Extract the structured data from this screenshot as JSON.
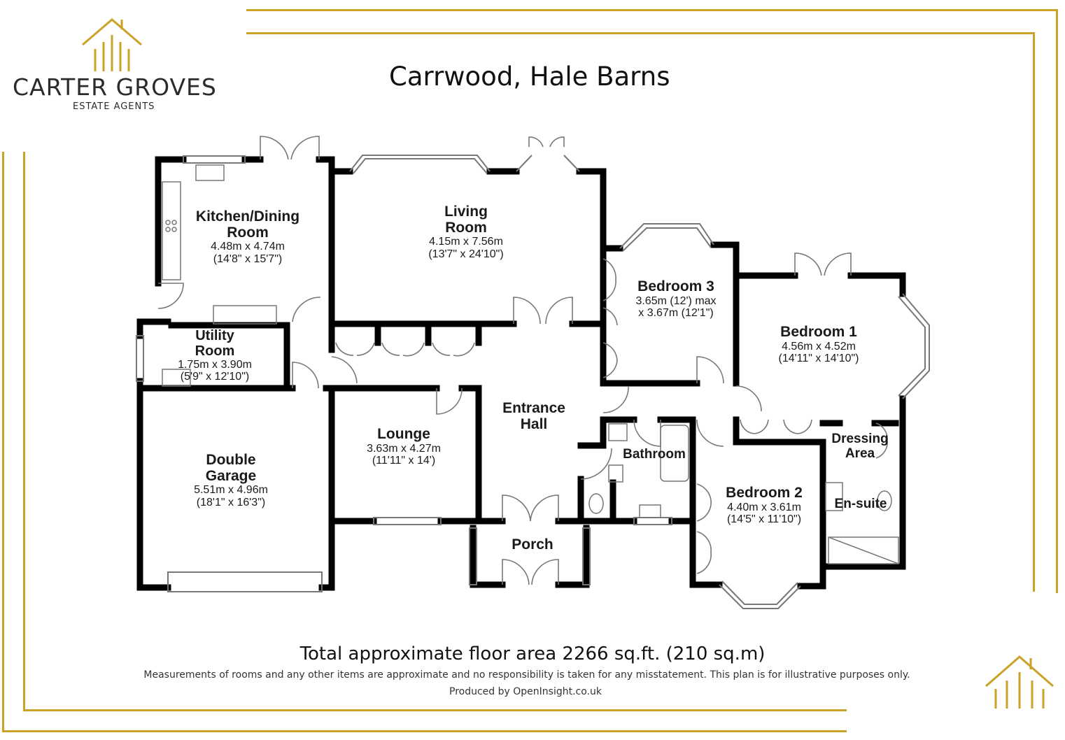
{
  "brand": {
    "name": "CARTER GROVES",
    "tagline": "ESTATE AGENTS",
    "accent_color": "#c9a227",
    "logo_icon": "house-outline-icon"
  },
  "title": "Carrwood, Hale Barns",
  "rooms": [
    {
      "id": "kitchen",
      "name_lines": [
        "Kitchen/Dining",
        "Room"
      ],
      "metric": "4.48m x 4.74m",
      "imperial": "(14'8\" x 15'7\")"
    },
    {
      "id": "living",
      "name_lines": [
        "Living",
        "Room"
      ],
      "metric": "4.15m x 7.56m",
      "imperial": "(13'7\" x 24'10\")"
    },
    {
      "id": "bedroom3",
      "name_lines": [
        "Bedroom 3"
      ],
      "metric": "3.65m (12') max",
      "imperial": "x 3.67m (12'1\")"
    },
    {
      "id": "bedroom1",
      "name_lines": [
        "Bedroom 1"
      ],
      "metric": "4.56m x 4.52m",
      "imperial": "(14'11\" x 14'10\")"
    },
    {
      "id": "utility",
      "name_lines": [
        "Utility",
        "Room"
      ],
      "metric": "1.75m x 3.90m",
      "imperial": "(5'9\" x 12'10\")"
    },
    {
      "id": "hall",
      "name_lines": [
        "Entrance",
        "Hall"
      ],
      "metric": "",
      "imperial": ""
    },
    {
      "id": "lounge",
      "name_lines": [
        "Lounge"
      ],
      "metric": "3.63m x 4.27m",
      "imperial": "(11'11\" x 14')"
    },
    {
      "id": "garage",
      "name_lines": [
        "Double",
        "Garage"
      ],
      "metric": "5.51m x 4.96m",
      "imperial": "(18'1\" x 16'3\")"
    },
    {
      "id": "bathroom",
      "name_lines": [
        "Bathroom"
      ],
      "metric": "",
      "imperial": ""
    },
    {
      "id": "dressing",
      "name_lines": [
        "Dressing",
        "Area"
      ],
      "metric": "",
      "imperial": ""
    },
    {
      "id": "bedroom2",
      "name_lines": [
        "Bedroom 2"
      ],
      "metric": "4.40m x 3.61m",
      "imperial": "(14'5\" x 11'10\")"
    },
    {
      "id": "ensuite",
      "name_lines": [
        "En-suite"
      ],
      "metric": "",
      "imperial": ""
    },
    {
      "id": "porch",
      "name_lines": [
        "Porch"
      ],
      "metric": "",
      "imperial": ""
    }
  ],
  "footer": {
    "area": "Total approximate floor area 2266 sq.ft. (210 sq.m)",
    "disclaimer": "Measurements of rooms and any other items are approximate and no responsibility is taken for any misstatement. This plan is for illustrative purposes only.",
    "producer": "Produced by OpenInsight.co.uk"
  }
}
